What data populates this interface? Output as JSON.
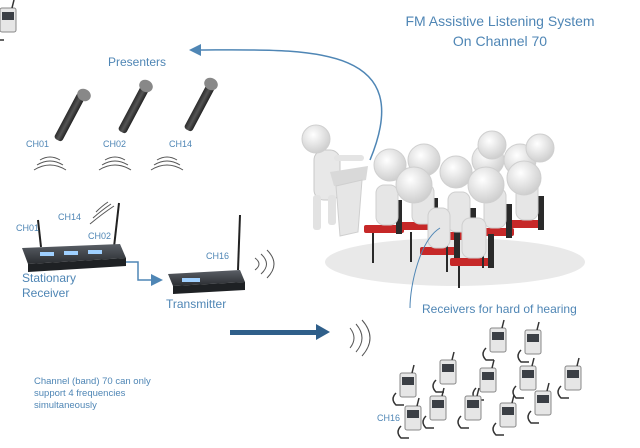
{
  "title": {
    "line1": "FM Assistive Listening System",
    "line2": "On Channel 70"
  },
  "presenters_label": "Presenters",
  "microphones": [
    {
      "channel": "CH01"
    },
    {
      "channel": "CH02"
    },
    {
      "channel": "CH14"
    }
  ],
  "stationary_receiver": {
    "label_line1": "Stationary",
    "label_line2": "Receiver",
    "antenna_left_channel": "CH01",
    "antenna_right_channel": "CH02",
    "incoming_channel": "CH14"
  },
  "transmitter": {
    "label": "Transmitter",
    "channel": "CH16"
  },
  "receivers": {
    "label": "Receivers for hard of hearing",
    "channel": "CH16"
  },
  "note": "Channel (band) 70 can only support 4 frequencies simultaneously",
  "colors": {
    "text_blue": "#4f86b5",
    "arrow_blue": "#2f5f8a",
    "chair_red": "#c62828",
    "device_dark": "#3b3f45"
  }
}
